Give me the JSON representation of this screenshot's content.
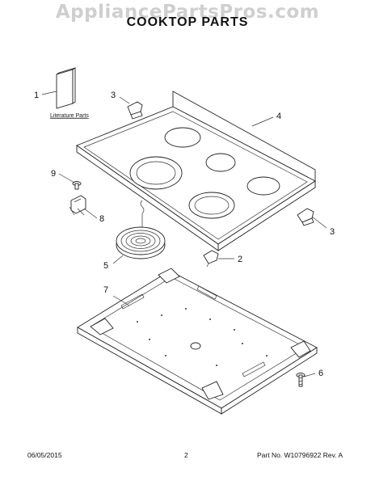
{
  "watermark": "AppliancePartsPros.com",
  "title": "COOKTOP PARTS",
  "literature_label": "Literature Parts",
  "callouts": {
    "c1": "1",
    "c2": "2",
    "c3a": "3",
    "c3b": "3",
    "c4": "4",
    "c5": "5",
    "c6": "6",
    "c7": "7",
    "c8": "8",
    "c9": "9"
  },
  "footer": {
    "date": "06/05/2015",
    "page": "2",
    "part_number": "Part No. W10796922  Rev. A"
  }
}
